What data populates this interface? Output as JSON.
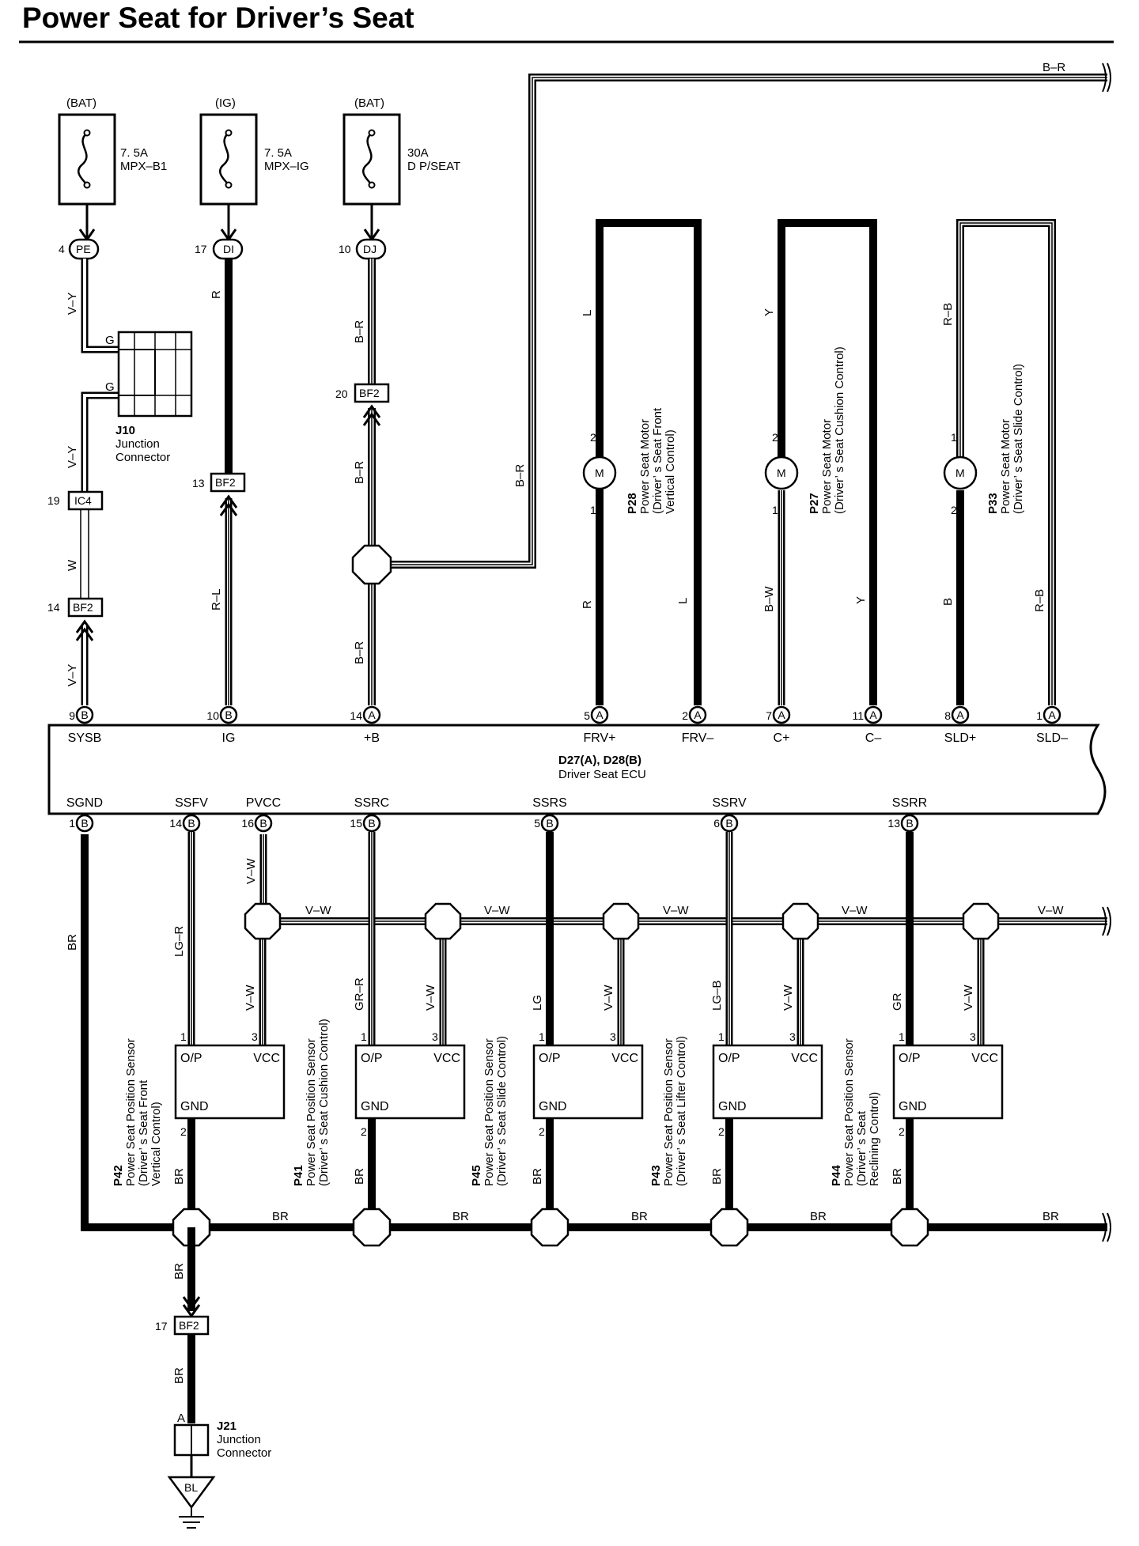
{
  "title": "Power Seat for Driver’s Seat",
  "fuses": [
    {
      "supply": "(BAT)",
      "rating": "7. 5A",
      "name": "MPX–B1",
      "pin": "4",
      "connector": "PE"
    },
    {
      "supply": "(IG)",
      "rating": "7. 5A",
      "name": "MPX–IG",
      "pin": "17",
      "connector": "DI"
    },
    {
      "supply": "(BAT)",
      "rating": "30A",
      "name": "D P/SEAT",
      "pin": "10",
      "connector": "DJ"
    }
  ],
  "junction_j10": {
    "id": "J10",
    "name": "Junction",
    "name2": "Connector",
    "g1": "G",
    "g2": "G"
  },
  "connectors": {
    "ic4": {
      "pin": "19",
      "label": "IC4"
    },
    "bf2_a": {
      "pin": "14",
      "label": "BF2"
    },
    "bf2_b": {
      "pin": "13",
      "label": "BF2"
    },
    "bf2_c": {
      "pin": "20",
      "label": "BF2"
    },
    "bf2_d": {
      "pin": "17",
      "label": "BF2"
    }
  },
  "wires": {
    "b_r_top": "B–R",
    "v_y_1": "V–Y",
    "v_y_2": "V–Y",
    "w": "W",
    "v_y_3": "V–Y",
    "r": "R",
    "r_l": "R–L",
    "b_r_1": "B–R",
    "b_r_2": "B–R",
    "b_r_3": "B–R",
    "b_r_vert": "B–R",
    "l_top": "L",
    "r_bot": "R",
    "l_bot": "L",
    "y_top": "Y",
    "b_w": "B–W",
    "y_bot": "Y",
    "r_b_top": "R–B",
    "b": "B",
    "r_b_bot": "R–B"
  },
  "motors": [
    {
      "id": "P28",
      "name": "Power Seat Motor",
      "desc1": "(Driver’ s Seat Front",
      "desc2": "Vertical Control)",
      "pin_top": "2",
      "pin_bot": "1",
      "symbol": "M"
    },
    {
      "id": "P27",
      "name": "Power Seat Motor",
      "desc1": "(Driver’ s Seat Cushion Control)",
      "desc2": "",
      "pin_top": "2",
      "pin_bot": "1",
      "symbol": "M"
    },
    {
      "id": "P33",
      "name": "Power Seat Motor",
      "desc1": "(Driver’ s Seat Slide Control)",
      "desc2": "",
      "pin_top": "1",
      "pin_bot": "2",
      "symbol": "M"
    }
  ],
  "ecu": {
    "id": "D27(A), D28(B)",
    "name": "Driver Seat ECU",
    "top_pins": [
      {
        "label": "SYSB",
        "num": "9",
        "conn": "B"
      },
      {
        "label": "IG",
        "num": "10",
        "conn": "B"
      },
      {
        "label": "+B",
        "num": "14",
        "conn": "A"
      },
      {
        "label": "FRV+",
        "num": "5",
        "conn": "A"
      },
      {
        "label": "FRV–",
        "num": "2",
        "conn": "A"
      },
      {
        "label": "C+",
        "num": "7",
        "conn": "A"
      },
      {
        "label": "C–",
        "num": "11",
        "conn": "A"
      },
      {
        "label": "SLD+",
        "num": "8",
        "conn": "A"
      },
      {
        "label": "SLD–",
        "num": "1",
        "conn": "A"
      }
    ],
    "bottom_pins": [
      {
        "label": "SGND",
        "num": "1",
        "conn": "B"
      },
      {
        "label": "SSFV",
        "num": "14",
        "conn": "B"
      },
      {
        "label": "PVCC",
        "num": "16",
        "conn": "B"
      },
      {
        "label": "SSRC",
        "num": "15",
        "conn": "B"
      },
      {
        "label": "SSRS",
        "num": "5",
        "conn": "B"
      },
      {
        "label": "SSRV",
        "num": "6",
        "conn": "B"
      },
      {
        "label": "SSRR",
        "num": "13",
        "conn": "B"
      }
    ]
  },
  "vw_bus": {
    "label": "V–W"
  },
  "br_bus": {
    "label": "BR"
  },
  "sensors": [
    {
      "id": "P42",
      "line1": "Power Seat Position Sensor",
      "line2": "(Driver’ s Seat Front",
      "line3": "Vertical Control)",
      "sig_wire": "LG–R",
      "vcc_wire": "V–W",
      "gnd_wire": "BR"
    },
    {
      "id": "P41",
      "line1": "Power Seat Position Sensor",
      "line2": "(Driver’ s Seat Cushion Control)",
      "line3": "",
      "sig_wire": "GR–R",
      "vcc_wire": "V–W",
      "gnd_wire": "BR"
    },
    {
      "id": "P45",
      "line1": "Power Seat Position Sensor",
      "line2": "(Driver’ s Seat Slide Control)",
      "line3": "",
      "sig_wire": "LG",
      "vcc_wire": "V–W",
      "gnd_wire": "BR"
    },
    {
      "id": "P43",
      "line1": "Power Seat Position Sensor",
      "line2": "(Driver’ s Seat Lifter Control)",
      "line3": "",
      "sig_wire": "LG–B",
      "vcc_wire": "V–W",
      "gnd_wire": "BR"
    },
    {
      "id": "P44",
      "line1": "Power Seat Position Sensor",
      "line2": "(Driver’ s Seat",
      "line3": "Reclining Control)",
      "sig_wire": "GR",
      "vcc_wire": "V–W",
      "gnd_wire": "BR"
    }
  ],
  "sensor_box": {
    "op": "O/P",
    "vcc": "VCC",
    "gnd": "GND",
    "pin_op": "1",
    "pin_vcc": "3",
    "pin_gnd": "2"
  },
  "sgnd_wire": "BR",
  "ground_drop": {
    "wire1": "BR",
    "wire2": "BR",
    "pin_a": "A"
  },
  "junction_j21": {
    "id": "J21",
    "name": "Junction",
    "name2": "Connector"
  },
  "ground": {
    "label": "BL"
  }
}
